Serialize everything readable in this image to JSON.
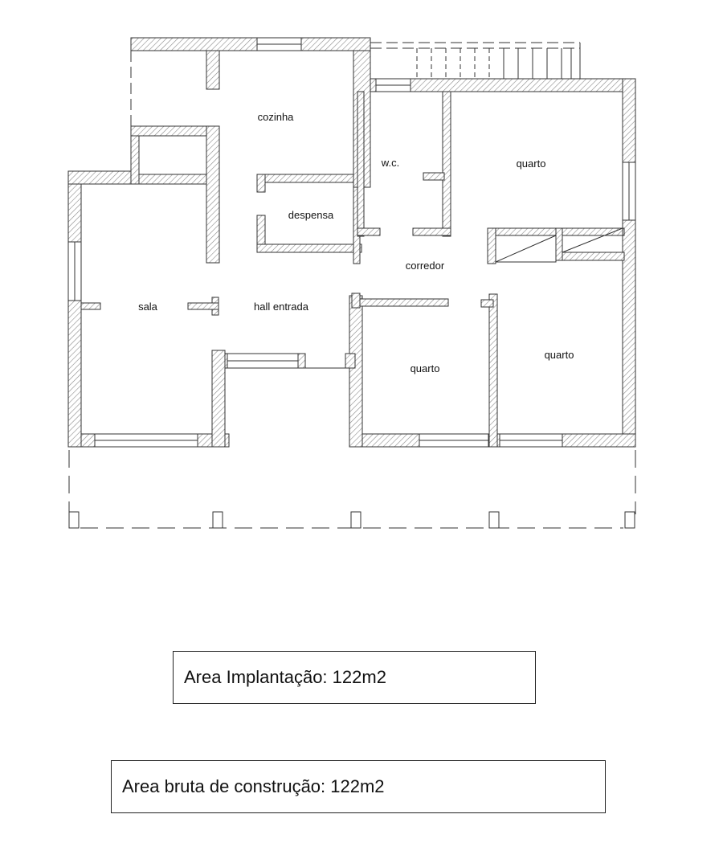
{
  "plan": {
    "rooms": {
      "cozinha": "cozinha",
      "wc": "w.c.",
      "quarto_top_right": "quarto",
      "despensa": "despensa",
      "corredor": "corredor",
      "sala": "sala",
      "hall": "hall entrada",
      "quarto_bottom_middle": "quarto",
      "quarto_bottom_right": "quarto"
    },
    "colors": {
      "wall_stroke": "#333333",
      "hatch": "#8a8a8a",
      "background": "#ffffff"
    }
  },
  "areas": {
    "implantacao": "Area Implantação: 122m2",
    "bruta": "Area bruta de construção: 122m2"
  }
}
